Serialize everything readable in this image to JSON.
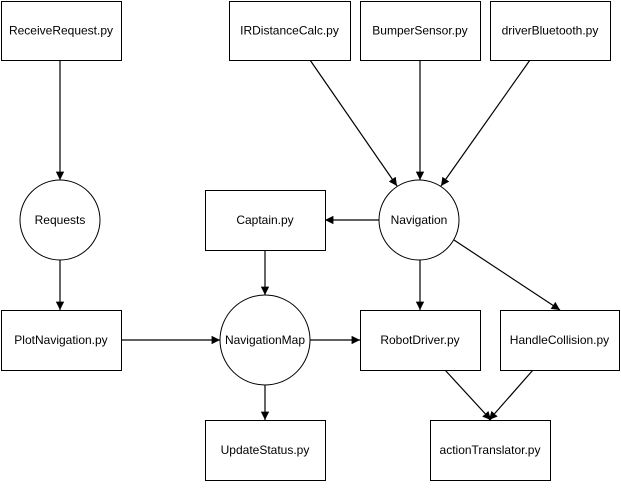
{
  "diagram": {
    "nodes": [
      {
        "id": "receive-request",
        "shape": "rect",
        "label": "ReceiveRequest.py"
      },
      {
        "id": "ir-distance-calc",
        "shape": "rect",
        "label": "IRDistanceCalc.py"
      },
      {
        "id": "bumper-sensor",
        "shape": "rect",
        "label": "BumperSensor.py"
      },
      {
        "id": "driver-bluetooth",
        "shape": "rect",
        "label": "driverBluetooth.py"
      },
      {
        "id": "requests",
        "shape": "circle",
        "label": "Requests"
      },
      {
        "id": "captain",
        "shape": "rect",
        "label": "Captain.py"
      },
      {
        "id": "navigation",
        "shape": "circle",
        "label": "Navigation"
      },
      {
        "id": "plot-navigation",
        "shape": "rect",
        "label": "PlotNavigation.py"
      },
      {
        "id": "navigation-map",
        "shape": "circle",
        "label": "NavigationMap"
      },
      {
        "id": "robot-driver",
        "shape": "rect",
        "label": "RobotDriver.py"
      },
      {
        "id": "handle-collision",
        "shape": "rect",
        "label": "HandleCollision.py"
      },
      {
        "id": "update-status",
        "shape": "rect",
        "label": "UpdateStatus.py"
      },
      {
        "id": "action-translator",
        "shape": "rect",
        "label": "actionTranslator.py"
      }
    ],
    "edges": [
      {
        "from": "receive-request",
        "to": "requests"
      },
      {
        "from": "requests",
        "to": "plot-navigation"
      },
      {
        "from": "plot-navigation",
        "to": "navigation-map"
      },
      {
        "from": "ir-distance-calc",
        "to": "navigation"
      },
      {
        "from": "bumper-sensor",
        "to": "navigation"
      },
      {
        "from": "driver-bluetooth",
        "to": "navigation"
      },
      {
        "from": "navigation",
        "to": "captain"
      },
      {
        "from": "captain",
        "to": "navigation-map"
      },
      {
        "from": "navigation",
        "to": "robot-driver"
      },
      {
        "from": "navigation",
        "to": "handle-collision"
      },
      {
        "from": "navigation-map",
        "to": "robot-driver"
      },
      {
        "from": "navigation-map",
        "to": "update-status"
      },
      {
        "from": "robot-driver",
        "to": "action-translator"
      },
      {
        "from": "handle-collision",
        "to": "action-translator"
      }
    ]
  }
}
